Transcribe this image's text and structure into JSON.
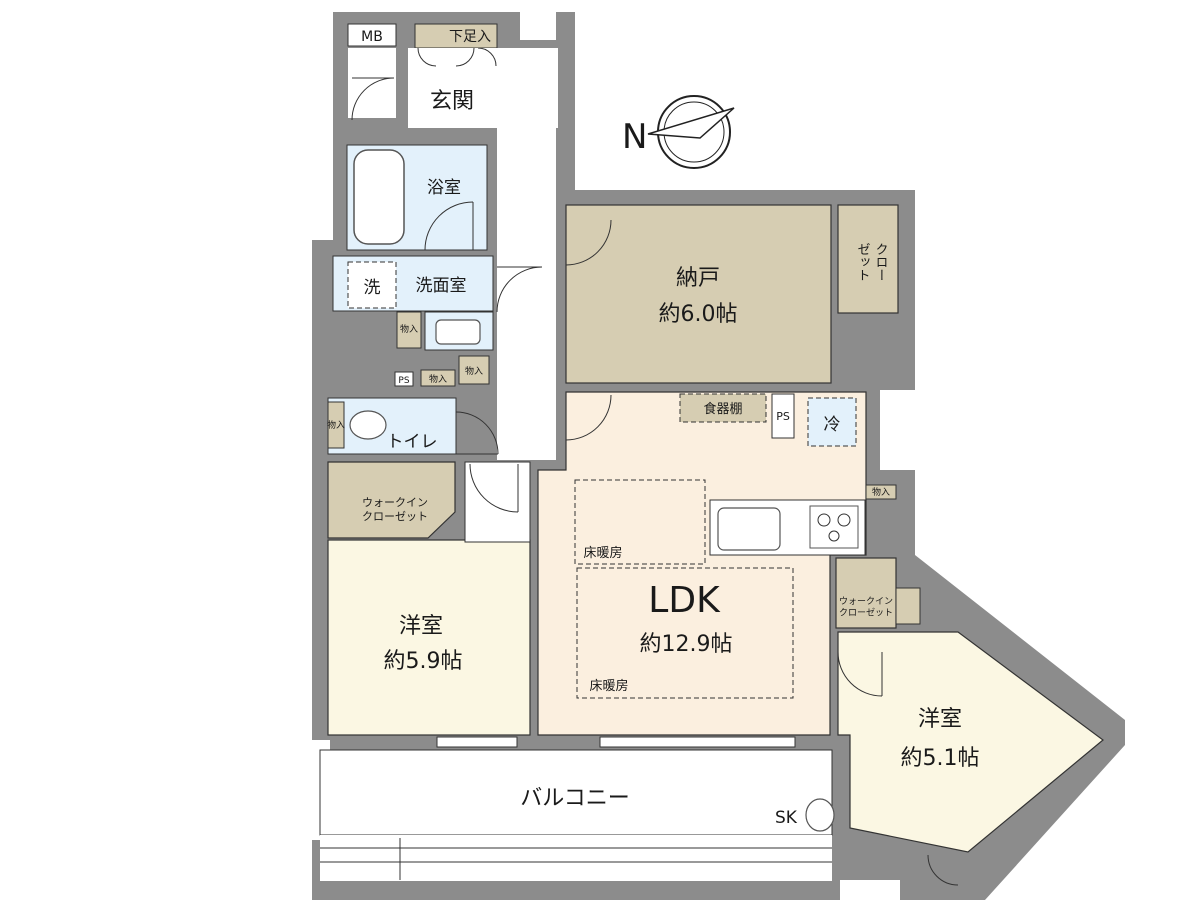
{
  "plan": {
    "colors": {
      "wall": "#8c8c8c",
      "floor_ldk": "#fbefdf",
      "floor_storage": "#d6cdb2",
      "floor_bedroom": "#fbf7e3",
      "floor_wet": "#e3f1fb",
      "floor_corridor": "#ffffff",
      "closet": "#d6cdb2",
      "line": "#333333"
    },
    "rooms": {
      "genkan": "玄関",
      "shitasoku": "下足入",
      "mb": "MB",
      "bath": "浴室",
      "washroom": "洗面室",
      "washer": "洗",
      "toilet": "トイレ",
      "ps_small": "PS",
      "monoire": "物入",
      "monoire_v": "物\n入",
      "nando_name": "納戸",
      "nando_size": "約6.0帖",
      "closet_v": "クロー\nゼット",
      "ldk_name": "LDK",
      "ldk_size": "約12.9帖",
      "yukadanbo": "床暖房",
      "shokkidana": "食器棚",
      "ps": "PS",
      "fridge": "冷",
      "wic_left": "ウォークイン\nクローゼット",
      "wic_right": "ウォークイン\nクローゼット",
      "yoshitsu_left_name": "洋室",
      "yoshitsu_left_size": "約5.9帖",
      "yoshitsu_right_name": "洋室",
      "yoshitsu_right_size": "約5.1帖",
      "balcony": "バルコニー",
      "sk": "SK"
    },
    "compass": {
      "north_label": "N"
    }
  }
}
